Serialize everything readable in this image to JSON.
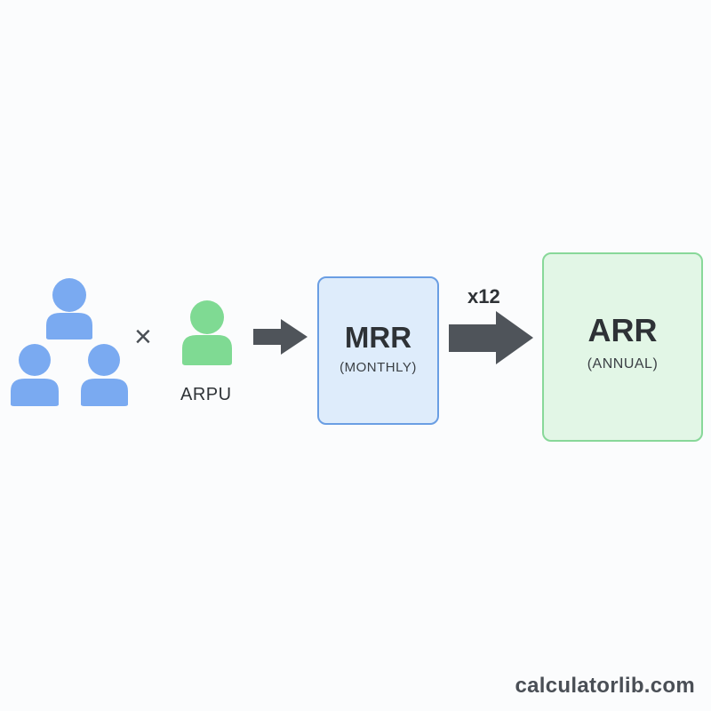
{
  "diagram": {
    "operator": "×",
    "arpu": {
      "label": "ARPU",
      "icon": "person-icon"
    },
    "customers": {
      "icon": "people-group-icon"
    },
    "mrr": {
      "title": "MRR",
      "subtitle": "(MONTHLY)"
    },
    "multiplier": "x12",
    "arr": {
      "title": "ARR",
      "subtitle": "(ANNUAL)"
    }
  },
  "footer": {
    "watermark": "calculatorlib.com"
  },
  "colors": {
    "customers_blue": "#7aaaf1",
    "arpu_green": "#7fda93",
    "arrow_gray": "#4f545a",
    "mrr_fill": "#deecfb",
    "mrr_border": "#6a9ee3",
    "arr_fill": "#e2f6e6",
    "arr_border": "#88d899",
    "text_dark": "#2e3236"
  }
}
